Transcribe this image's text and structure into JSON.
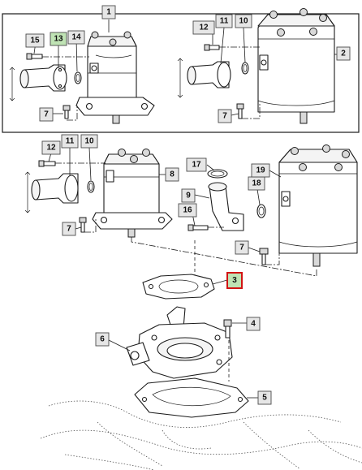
{
  "callouts": [
    {
      "id": "c1",
      "label": "1"
    },
    {
      "id": "c2",
      "label": "2"
    },
    {
      "id": "c3",
      "label": "3",
      "state": "selected"
    },
    {
      "id": "c4",
      "label": "4"
    },
    {
      "id": "c5",
      "label": "5"
    },
    {
      "id": "c6",
      "label": "6"
    },
    {
      "id": "c7a",
      "label": "7"
    },
    {
      "id": "c7b",
      "label": "7"
    },
    {
      "id": "c7c",
      "label": "7"
    },
    {
      "id": "c7d",
      "label": "7"
    },
    {
      "id": "c8",
      "label": "8"
    },
    {
      "id": "c9",
      "label": "9"
    },
    {
      "id": "c10a",
      "label": "10"
    },
    {
      "id": "c10b",
      "label": "10"
    },
    {
      "id": "c11a",
      "label": "11"
    },
    {
      "id": "c11b",
      "label": "11"
    },
    {
      "id": "c12a",
      "label": "12"
    },
    {
      "id": "c12b",
      "label": "12"
    },
    {
      "id": "c13",
      "label": "13",
      "state": "highlighted"
    },
    {
      "id": "c14",
      "label": "14"
    },
    {
      "id": "c15",
      "label": "15"
    },
    {
      "id": "c16",
      "label": "16"
    },
    {
      "id": "c17",
      "label": "17"
    },
    {
      "id": "c18",
      "label": "18"
    },
    {
      "id": "c19",
      "label": "19"
    }
  ],
  "colors": {
    "callout_fill": "#e6e6e6",
    "highlight_fill": "#bfe3b4",
    "selected_border": "#d21414",
    "line": "#1c1c1c"
  }
}
